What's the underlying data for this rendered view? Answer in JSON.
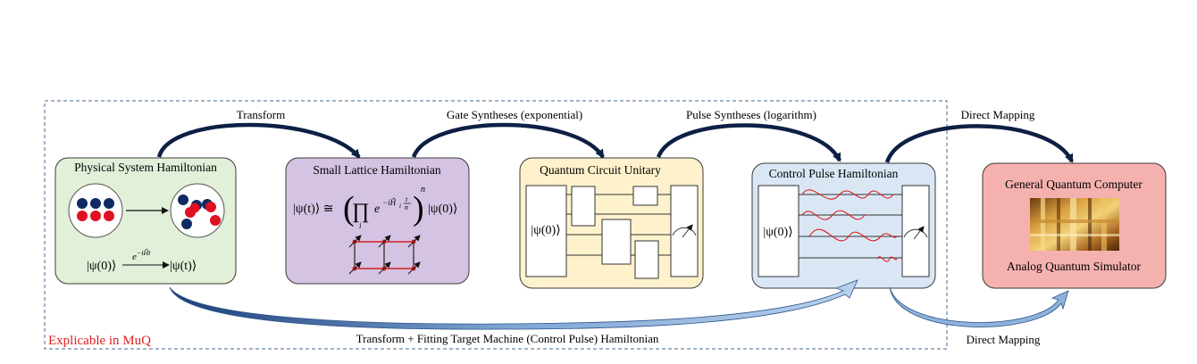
{
  "frame_label": "Explicable in MuQ",
  "arrows": {
    "transform": "Transform",
    "gate_syntheses": "Gate Syntheses (exponential)",
    "pulse_syntheses": "Pulse Syntheses (logarithm)",
    "direct_mapping_top": "Direct Mapping",
    "bottom": "Transform + Fitting Target Machine (Control Pulse) Hamiltonian",
    "direct_mapping_bottom": "Direct Mapping"
  },
  "boxes": {
    "physical": {
      "title": "Physical System Hamiltonian",
      "evolution_op": "e",
      "evolution_exp": "−iĤt",
      "lhs": "|ψ(0)⟩",
      "rhs": "|ψ(t)⟩"
    },
    "lattice": {
      "title": "Small Lattice Hamiltonian",
      "formula_lhs": "|ψ(t)⟩ ≅",
      "prod": "∏",
      "prod_index": "i",
      "exp_base": "e",
      "exp_sup": "−iĤ",
      "exp_sub": "i",
      "frac_num": "t",
      "frac_den": "n",
      "power": "n",
      "formula_rhs": "|ψ(0)⟩"
    },
    "circuit": {
      "title": "Quantum Circuit Unitary",
      "input": "|ψ(0)⟩"
    },
    "pulse": {
      "title": "Control Pulse Hamiltonian",
      "input": "|ψ(0)⟩"
    },
    "computer": {
      "title": "General Quantum Computer",
      "subtitle": "Analog Quantum Simulator"
    }
  },
  "colors": {
    "physical_fill": "#e2f0d9",
    "lattice_fill": "#d5c3e3",
    "circuit_fill": "#fdf2cc",
    "pulse_fill": "#d9e7f5",
    "computer_fill": "#f5b1ae",
    "frame_label": "#e02020",
    "red_particle": "#e01020",
    "blue_particle": "#0d2b62",
    "arrow_dark": "#0d1f44",
    "arrow_light": "#6f9fd0"
  }
}
